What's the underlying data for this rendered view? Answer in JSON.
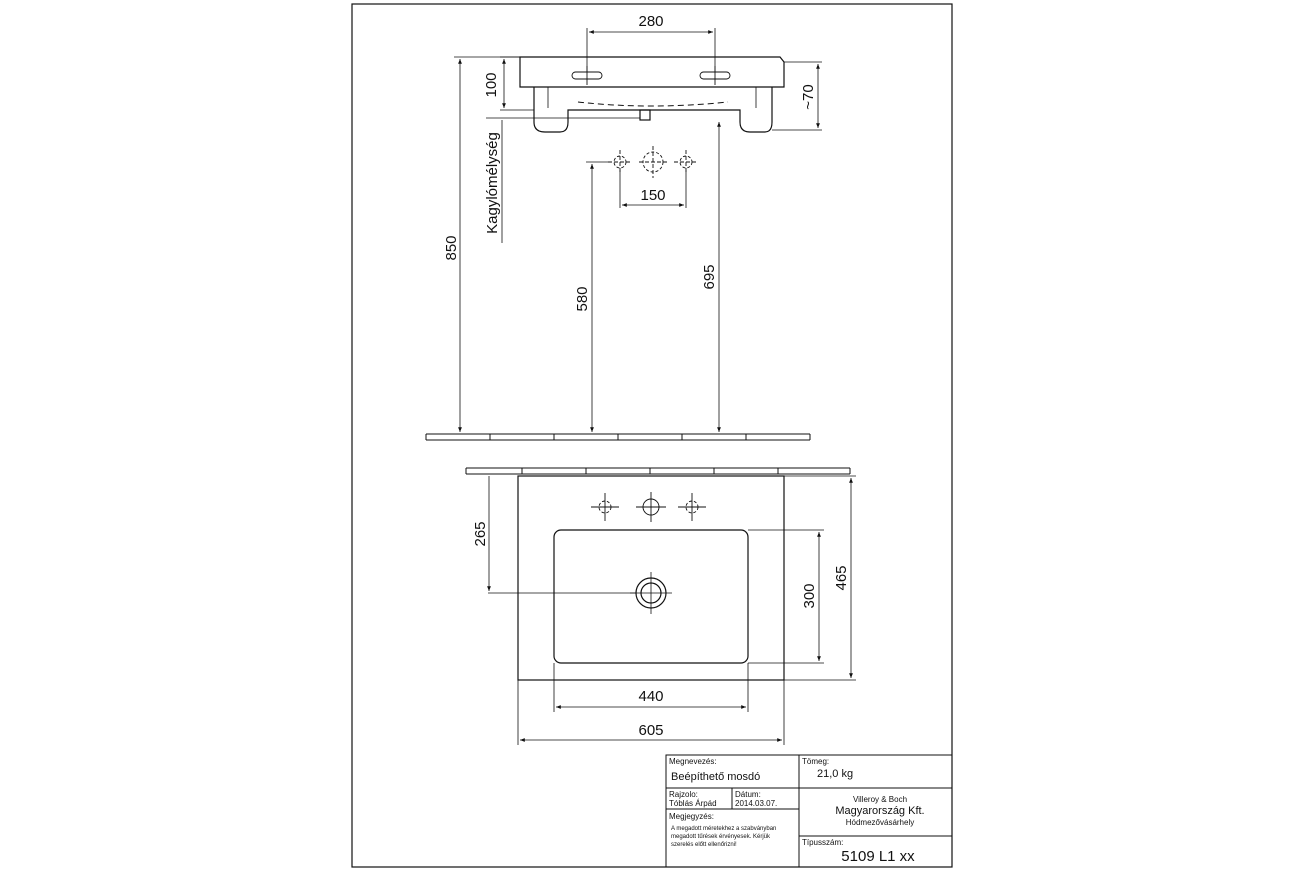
{
  "dimensions": {
    "top_spacing": "280",
    "basin_height": "100",
    "overflow_depth": "~70",
    "drain_height_label": "Kagylómélység",
    "rim_height": "850",
    "hole_spacing": "150",
    "inlet_height": "580",
    "drain_height": "695",
    "drain_offset": "265",
    "bowl_depth": "300",
    "total_depth": "465",
    "bowl_width": "440",
    "total_width": "605"
  },
  "title_block": {
    "name_label": "Megnevezés:",
    "name_value": "Beépíthető mosdó",
    "drawn_label": "Rajzolo:",
    "drawn_value": "Tóblás Árpád",
    "date_label": "Dátum:",
    "date_value": "2014.03.07.",
    "note_label": "Megjegyzés:",
    "note_lines": [
      "A megadott méretekhez a szabványban",
      "megadott tűrések érvényesek. Kérjük",
      "szerelés előtt ellenőrizni!"
    ],
    "weight_label": "Tömeg:",
    "weight_value": "21,0 kg",
    "company_line1": "Villeroy  & Boch",
    "company_line2": "Magyarország Kft.",
    "company_line3": "Hódmezővásárhely",
    "type_label": "Típusszám:",
    "type_value": "5109 L1 xx"
  }
}
